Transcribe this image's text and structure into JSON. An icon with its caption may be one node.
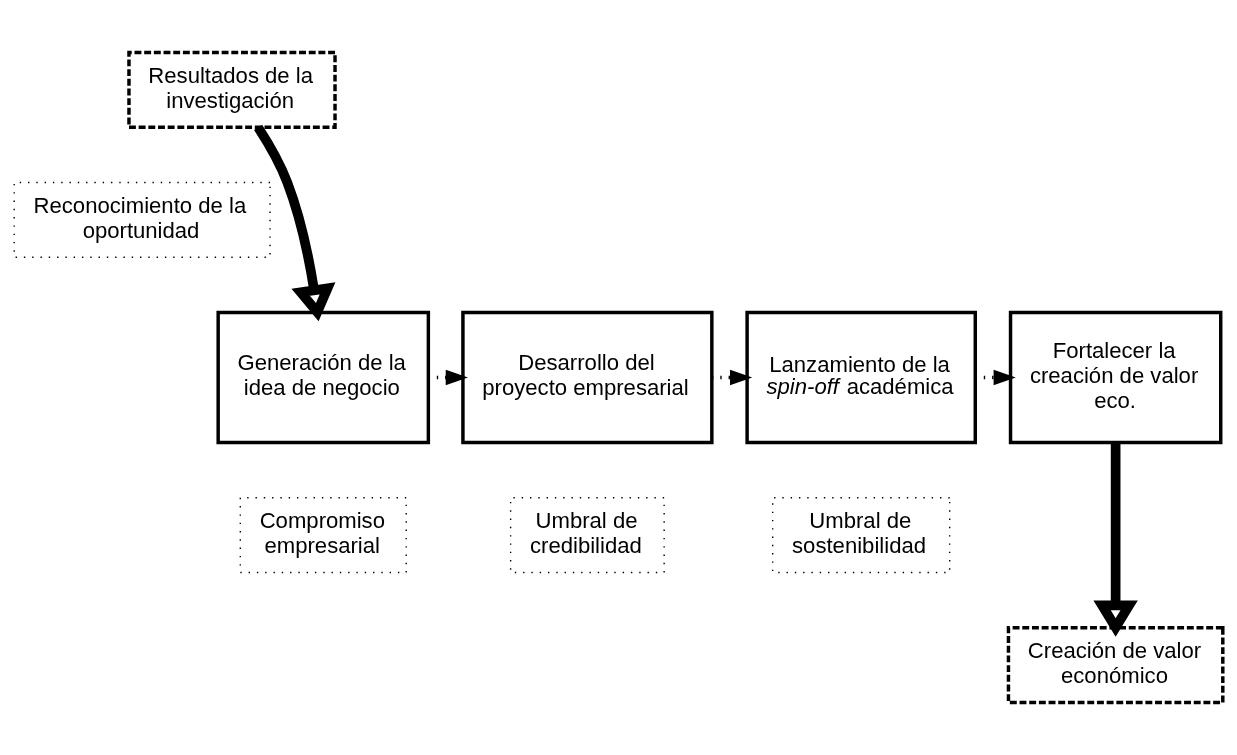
{
  "diagram": {
    "nodes": [
      {
        "text": [
          "Resultados de la investigación"
        ]
      },
      {
        "text": [
          "Reconocimiento de la oportunidad"
        ]
      },
      {
        "text": [
          "Generación de la idea de negocio"
        ]
      },
      {
        "text": [
          "Desarrollo del proyecto empresarial"
        ]
      },
      {
        "text": [
          "Lanzamiento de la *spin-off* académica"
        ]
      },
      {
        "text": [
          "Fortalecer la creación de valor eco."
        ]
      },
      {
        "text": [
          "Compromiso empresarial"
        ]
      },
      {
        "text": [
          "Umbral de credibilidad"
        ]
      },
      {
        "text": [
          "Umbral de sostenibilidad"
        ]
      },
      {
        "text": [
          "Creación de valor económico"
        ]
      }
    ],
    "edges": [
      {
        "from": 0,
        "to": 2,
        "arrow": "to",
        "style": "thick"
      },
      {
        "from": 2,
        "to": 3,
        "arrow": "to",
        "style": "dashed"
      },
      {
        "from": 3,
        "to": 4,
        "arrow": "to",
        "style": "dashed"
      },
      {
        "from": 4,
        "to": 5,
        "arrow": "to",
        "style": "dashed"
      },
      {
        "from": 5,
        "to": 9,
        "arrow": "to",
        "style": "thick"
      }
    ]
  }
}
